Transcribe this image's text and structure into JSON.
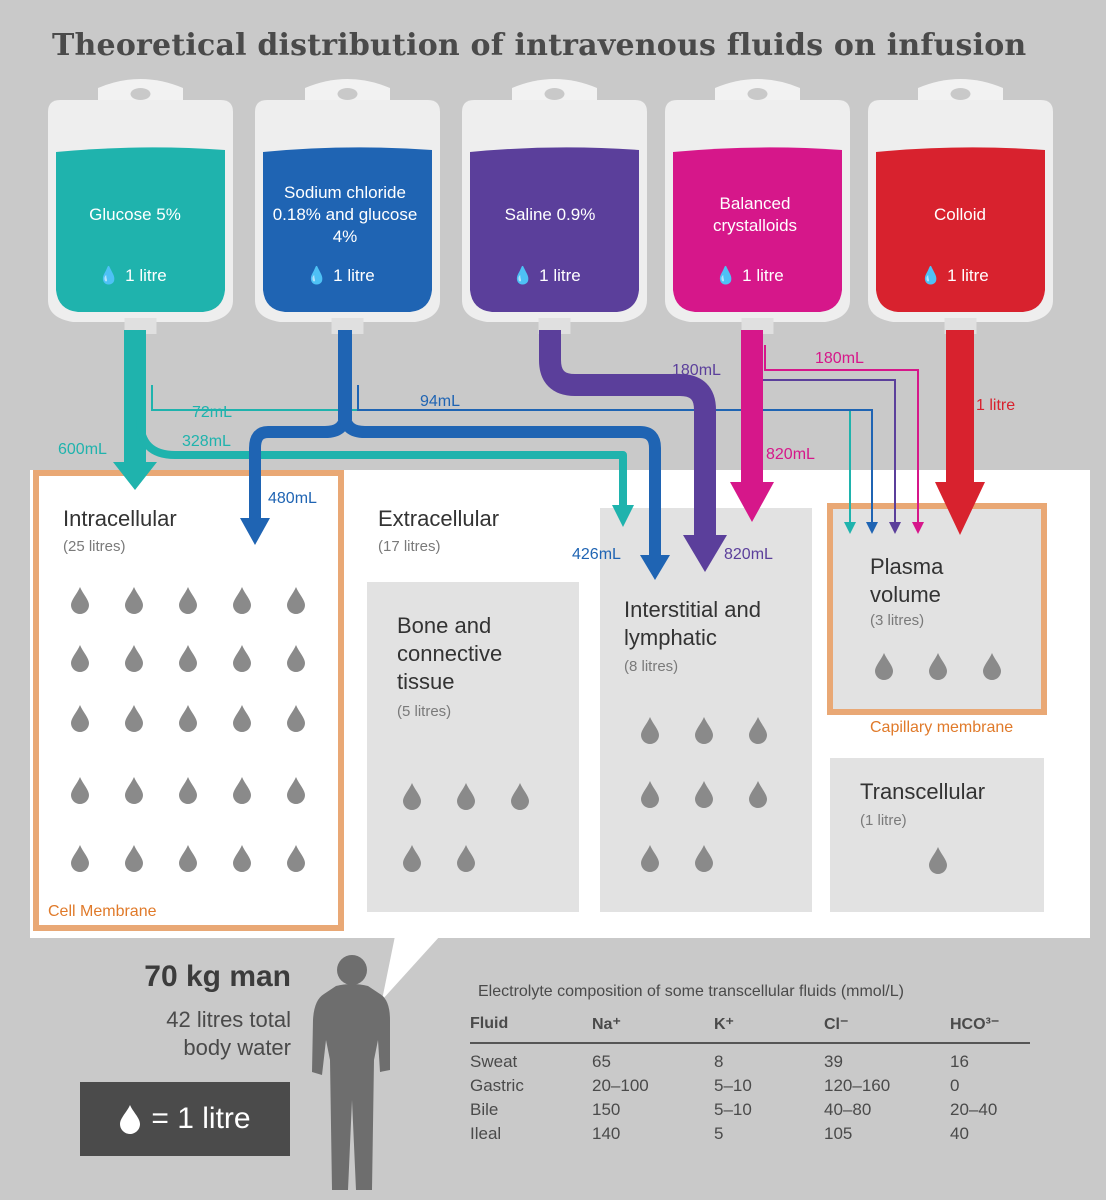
{
  "title": "Theoretical distribution of intravenous fluids on infusion",
  "colors": {
    "glucose": "#1fb3ad",
    "sodium_glucose": "#1f64b3",
    "saline": "#5b3f9b",
    "balanced": "#d6178a",
    "colloid": "#d8222e",
    "membrane": "#e9a875",
    "compartment": "#e2e2e2",
    "drop": "#8a8a8a"
  },
  "bags": [
    {
      "label": "Glucose 5%",
      "volume": "1 litre",
      "color": "#1fb3ad"
    },
    {
      "label": "Sodium chloride 0.18% and glucose 4%",
      "volume": "1 litre",
      "color": "#1f64b3"
    },
    {
      "label": "Saline 0.9%",
      "volume": "1 litre",
      "color": "#5b3f9b"
    },
    {
      "label": "Balanced crystalloids",
      "volume": "1 litre",
      "color": "#d6178a"
    },
    {
      "label": "Colloid",
      "volume": "1 litre",
      "color": "#d8222e"
    }
  ],
  "flows": {
    "glucose_intracellular": "600mL",
    "glucose_plasma": "72mL",
    "glucose_interstitial": "328mL",
    "sodium_plasma": "94mL",
    "sodium_intracellular": "480mL",
    "sodium_interstitial": "426mL",
    "saline_plasma": "180mL",
    "saline_interstitial": "820mL",
    "balanced_plasma": "180mL",
    "balanced_interstitial": "820mL",
    "colloid_plasma": "1 litre"
  },
  "compartments": {
    "intracellular": {
      "name": "Intracellular",
      "volume": "(25 litres)",
      "drops": 25
    },
    "extracellular": {
      "name": "Extracellular",
      "volume": "(17 litres)"
    },
    "bone": {
      "name": "Bone and connective tissue",
      "volume": "(5 litres)",
      "drops": 5
    },
    "interstitial": {
      "name": "Interstitial and lymphatic",
      "volume": "(8 litres)",
      "drops": 8
    },
    "plasma": {
      "name": "Plasma volume",
      "volume": "(3 litres)",
      "drops": 3
    },
    "transcellular": {
      "name": "Transcellular",
      "volume": "(1 litre)",
      "drops": 1
    }
  },
  "membranes": {
    "cell": "Cell Membrane",
    "capillary": "Capillary membrane"
  },
  "man": {
    "title": "70 kg man",
    "subtitle": "42 litres total\nbody water"
  },
  "legend": {
    "text": "= 1 litre"
  },
  "electrolyte_table": {
    "title": "Electrolyte composition of some transcellular fluids (mmol/L)",
    "headers": [
      "Fluid",
      "Na⁺",
      "K⁺",
      "Cl⁻",
      "HCO³⁻"
    ],
    "rows": [
      [
        "Sweat",
        "65",
        "8",
        "39",
        "16"
      ],
      [
        "Gastric",
        "20–100",
        "5–10",
        "120–160",
        "0"
      ],
      [
        "Bile",
        "150",
        "5–10",
        "40–80",
        "20–40"
      ],
      [
        "Ileal",
        "140",
        "5",
        "105",
        "40"
      ]
    ]
  }
}
